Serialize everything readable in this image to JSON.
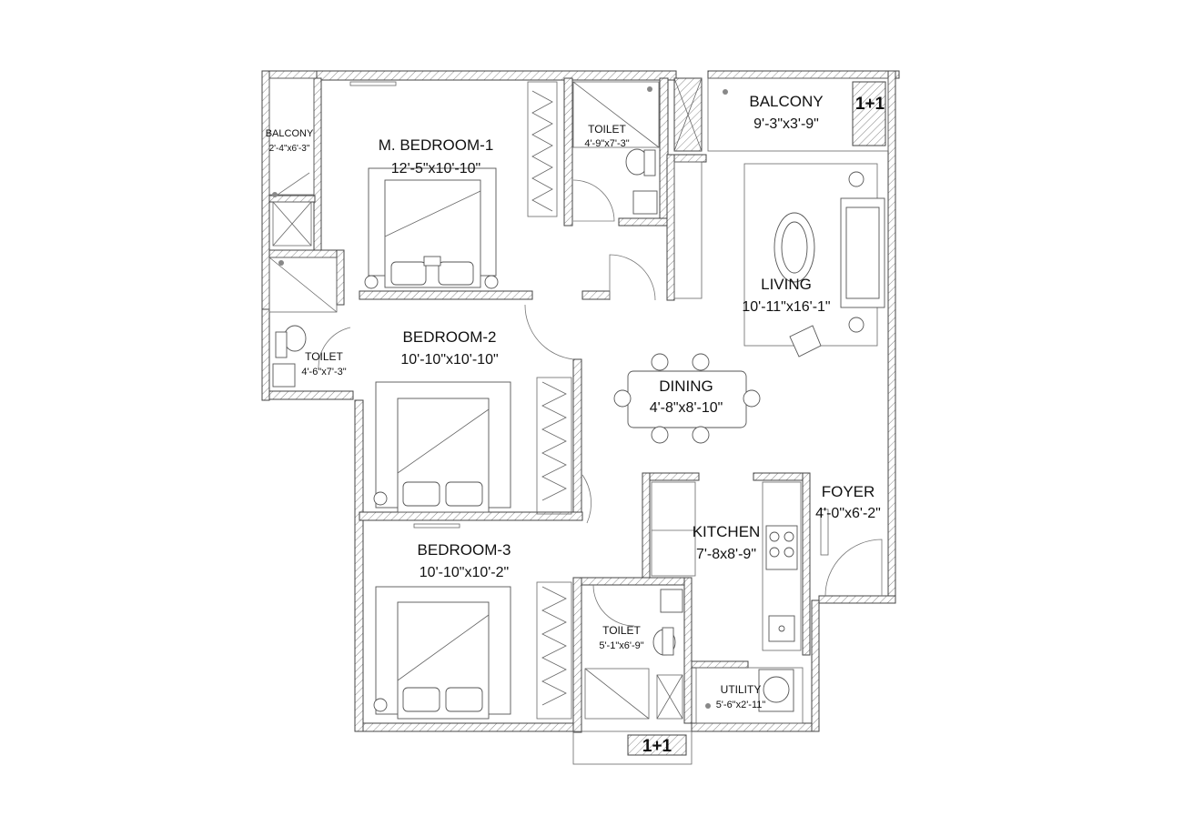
{
  "rooms": {
    "balcony_left": {
      "name": "BALCONY",
      "size": "2'-4\"x6'-3\""
    },
    "master_bedroom": {
      "name": "M. BEDROOM-1",
      "size": "12'-5\"x10'-10\""
    },
    "toilet_top": {
      "name": "TOILET",
      "size": "4'-9\"x7'-3\""
    },
    "balcony_top": {
      "name": "BALCONY",
      "size": "9'-3\"x3'-9\""
    },
    "living": {
      "name": "LIVING",
      "size": "10'-11\"x16'-1\""
    },
    "toilet_left": {
      "name": "TOILET",
      "size": "4'-6\"x7'-3\""
    },
    "bedroom2": {
      "name": "BEDROOM-2",
      "size": "10'-10\"x10'-10\""
    },
    "dining": {
      "name": "DINING",
      "size": "4'-8\"x8'-10\""
    },
    "foyer": {
      "name": "FOYER",
      "size": "4'-0\"x6'-2\""
    },
    "kitchen": {
      "name": "KITCHEN",
      "size": "7'-8x8'-9\""
    },
    "bedroom3": {
      "name": "BEDROOM-3",
      "size": "10'-10\"x10'-2\""
    },
    "toilet_bottom": {
      "name": "TOILET",
      "size": "5'-1\"x6'-9\""
    },
    "utility": {
      "name": "UTILITY",
      "size": "5'-6\"x2'-11\""
    }
  },
  "markers": {
    "ac_top": "1+1",
    "ac_bottom": "1+1"
  }
}
